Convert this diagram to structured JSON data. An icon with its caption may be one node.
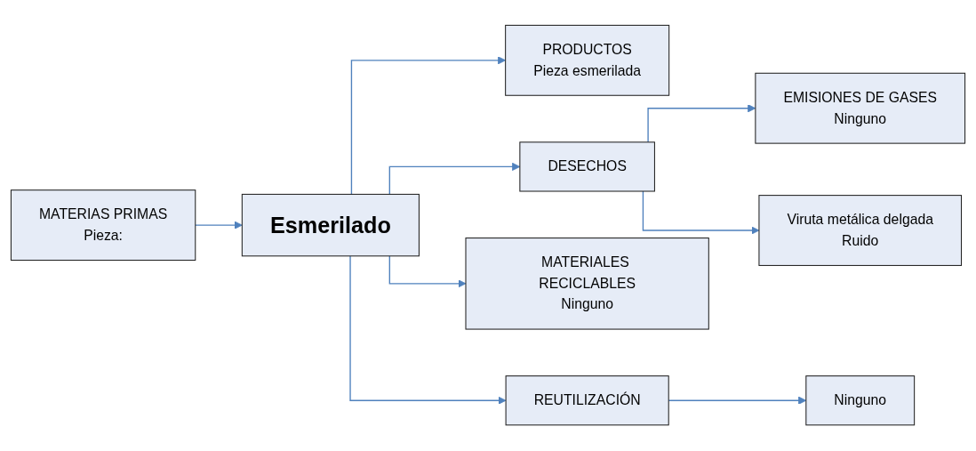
{
  "diagram": {
    "nodes": [
      {
        "text": [
          "MATERIAS PRIMAS",
          "Pieza:"
        ]
      },
      {
        "text": [
          "Esmerilado"
        ]
      },
      {
        "text": [
          "PRODUCTOS",
          "Pieza esmerilada"
        ]
      },
      {
        "text": [
          "DESECHOS"
        ]
      },
      {
        "text": [
          "EMISIONES DE GASES",
          "Ninguno"
        ]
      },
      {
        "text": [
          "Viruta metálica delgada",
          "Ruido"
        ]
      },
      {
        "text": [
          "MATERIALES RECICLABLES",
          "Ninguno"
        ]
      },
      {
        "text": [
          "REUTILIZACIÓN"
        ]
      },
      {
        "text": [
          "Ninguno"
        ]
      }
    ],
    "edges": [
      {
        "from": 0,
        "to": 1,
        "arrow": "to"
      },
      {
        "from": 1,
        "to": 2,
        "arrow": "to"
      },
      {
        "from": 1,
        "to": 3,
        "arrow": "to"
      },
      {
        "from": 3,
        "to": 4,
        "arrow": "to"
      },
      {
        "from": 3,
        "to": 5,
        "arrow": "to"
      },
      {
        "from": 1,
        "to": 6,
        "arrow": "to"
      },
      {
        "from": 1,
        "to": 7,
        "arrow": "to"
      },
      {
        "from": 7,
        "to": 8,
        "arrow": "to"
      }
    ]
  }
}
